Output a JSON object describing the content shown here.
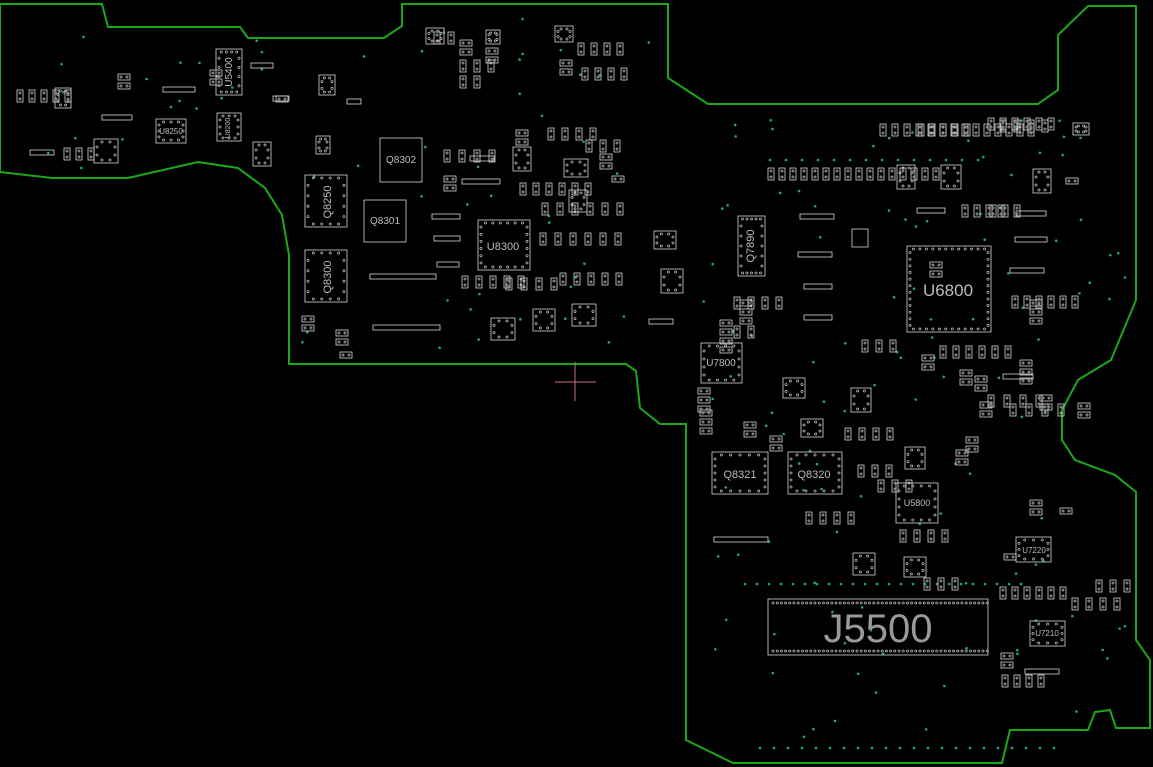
{
  "colors": {
    "background": "#000000",
    "outline": "#1aa81a",
    "component": "#d8d8d8",
    "via": "#1fa58a",
    "label": "#bcbcbc",
    "cursor": "#c9727a"
  },
  "labels": {
    "j5500": "J5500",
    "u6800": "U6800",
    "u8300": "U8300",
    "u5400": "U5400",
    "q8302": "Q8302",
    "q8301": "Q8301",
    "q8250": "Q8250",
    "q8300": "Q8300",
    "q7890": "Q7890",
    "q8321": "Q8321",
    "q8320": "Q8320",
    "u7800": "U7800",
    "u5800": "U5800",
    "u8250": "U8250",
    "u8200": "U8200",
    "u7220": "U7220",
    "u7210": "U7210"
  }
}
